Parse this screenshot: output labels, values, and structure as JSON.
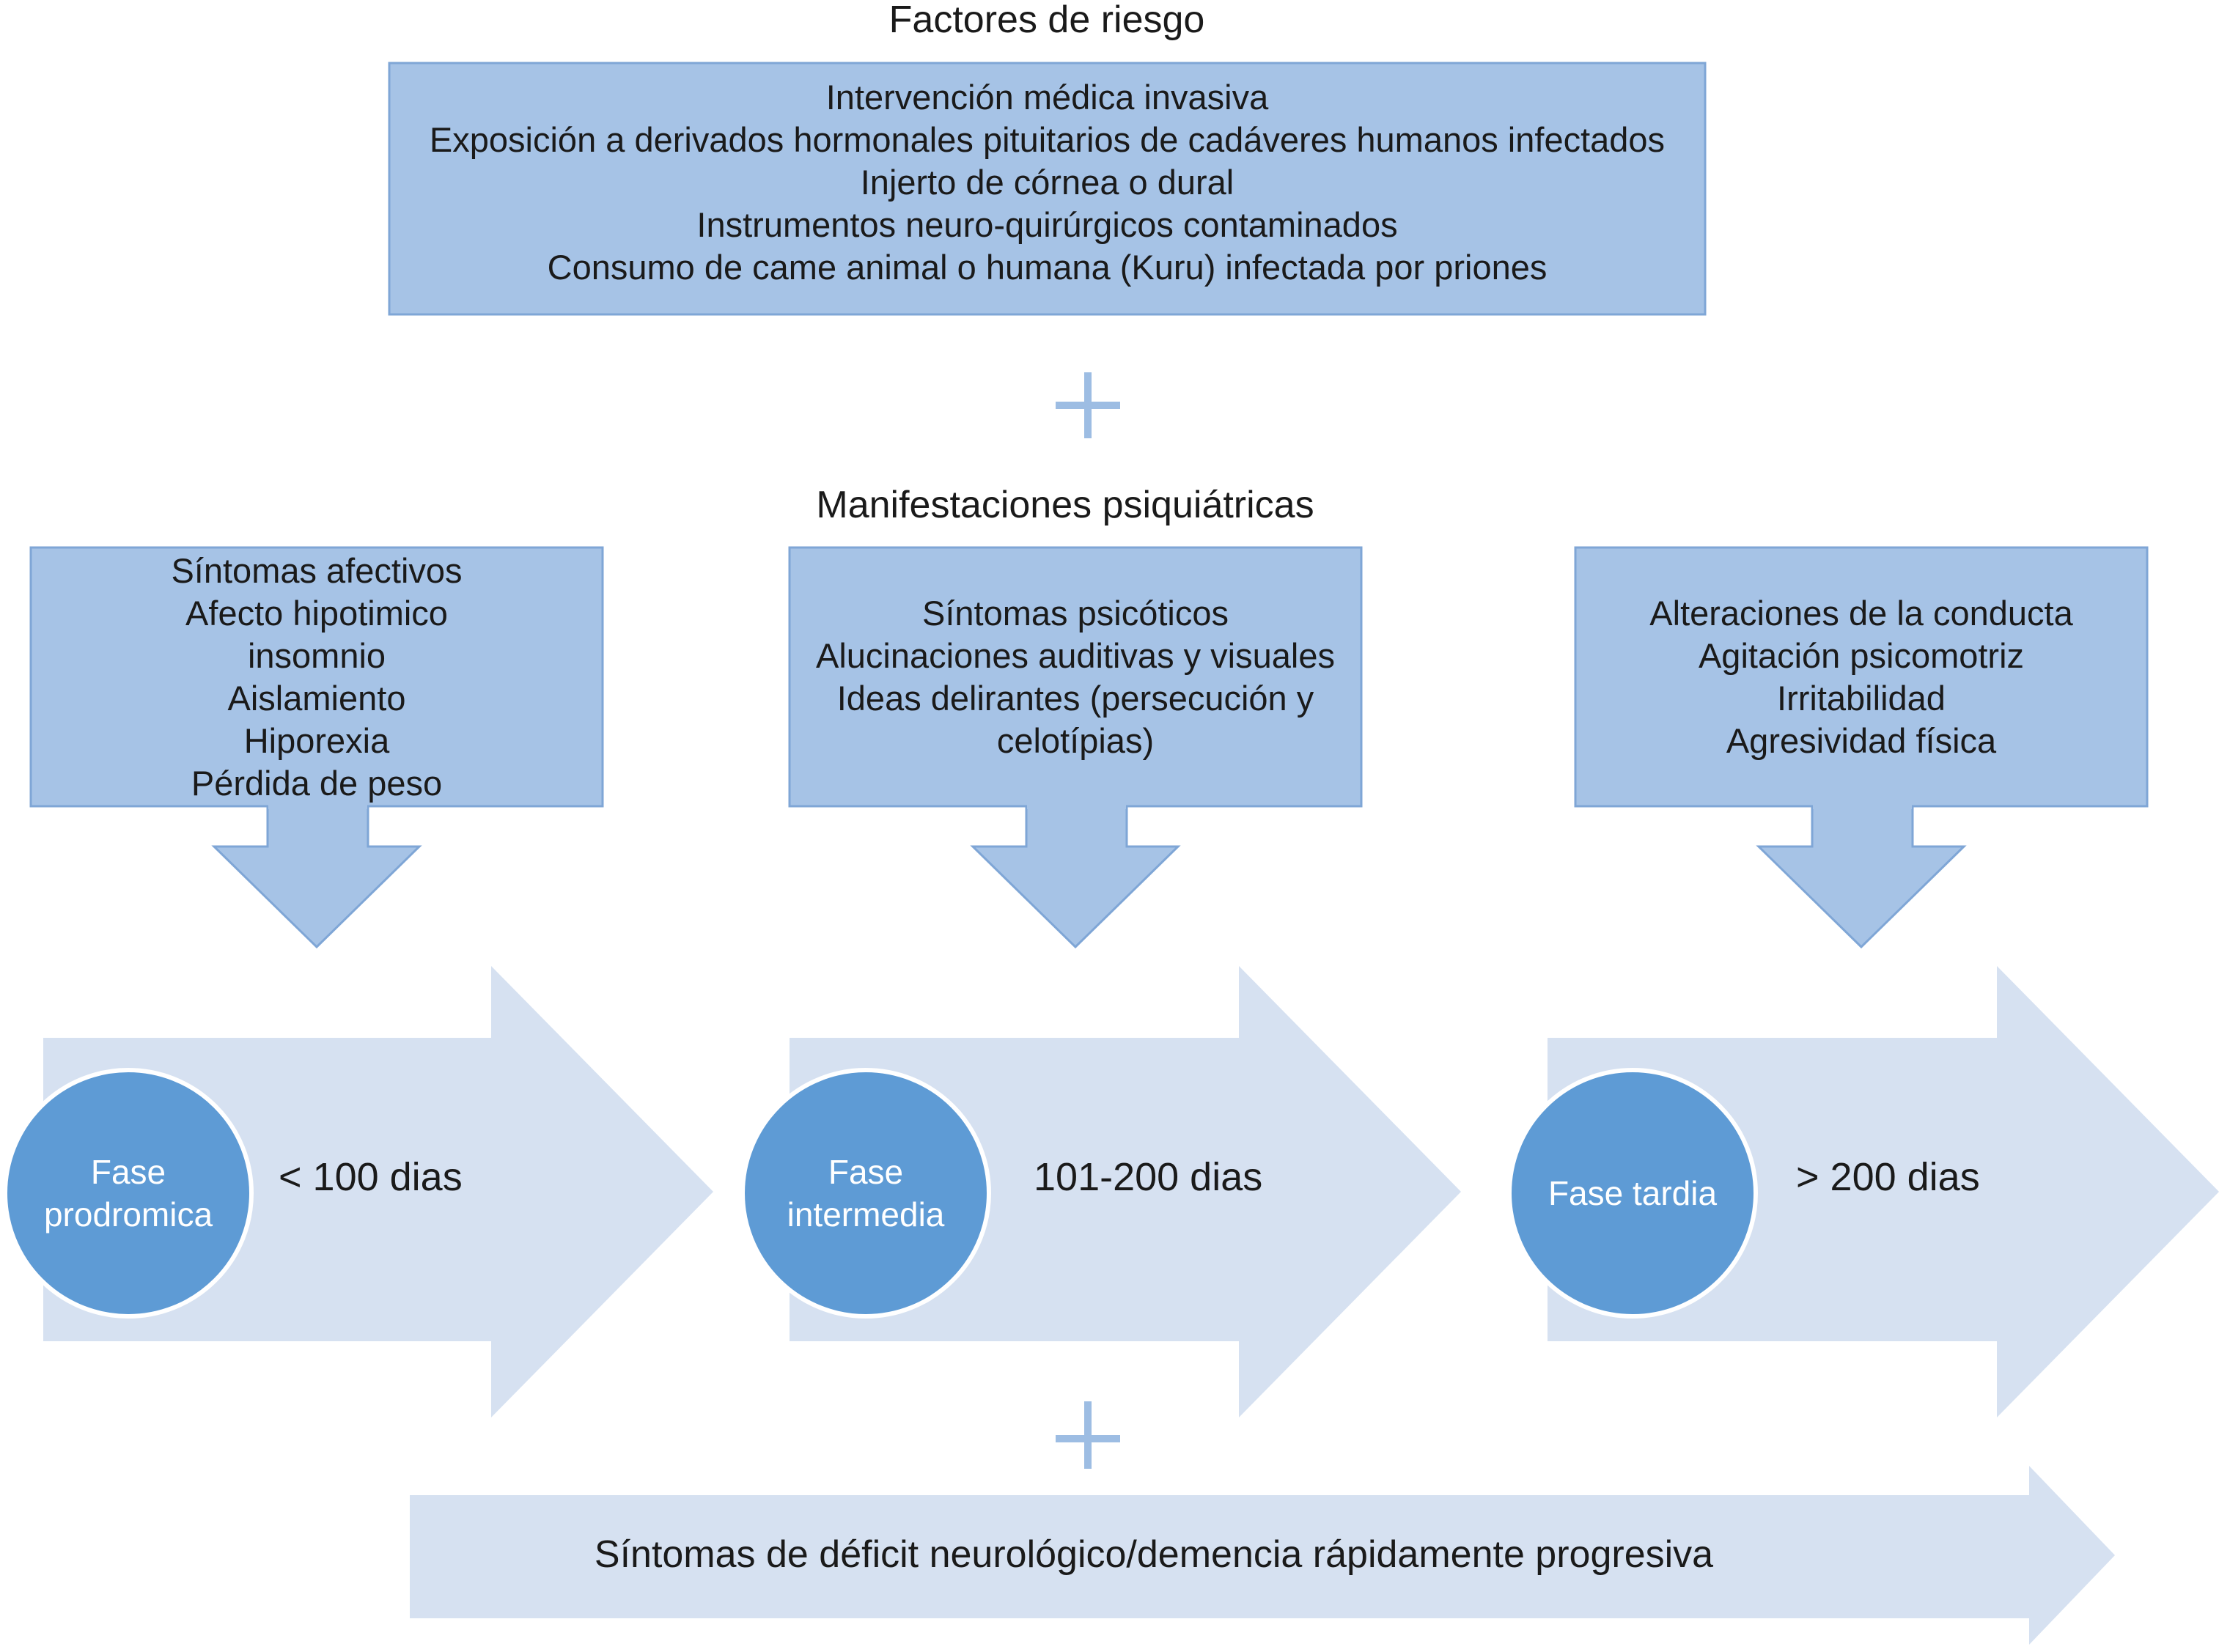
{
  "risk": {
    "title": "Factores de riesgo",
    "items": [
      "Intervención médica invasiva",
      "Exposición a derivados hormonales pituitarios de cadáveres humanos infectados",
      "Injerto de córnea o dural",
      "Instrumentos neuro-quirúrgicos contaminados",
      "Consumo de came animal o humana (Kuru) infectada por priones"
    ]
  },
  "manifestations": {
    "title": "Manifestaciones psiquiátricas",
    "groups": [
      {
        "lines": [
          "Síntomas afectivos",
          "Afecto hipotimico",
          "insomnio",
          "Aislamiento",
          "Hiporexia",
          "Pérdida de peso"
        ]
      },
      {
        "lines": [
          "Síntomas psicóticos",
          "Alucinaciones auditivas y visuales",
          "Ideas delirantes (persecución y",
          "celotípias)"
        ]
      },
      {
        "lines": [
          "Alteraciones de la conducta",
          "Agitación psicomotriz",
          "Irritabilidad",
          "Agresividad física"
        ]
      }
    ]
  },
  "phases": [
    {
      "name_lines": [
        "Fase",
        "prodromica"
      ],
      "duration": "< 100 dias"
    },
    {
      "name_lines": [
        "Fase",
        "intermedia"
      ],
      "duration": "101-200 dias"
    },
    {
      "name_lines": [
        "Fase tardia"
      ],
      "duration": "> 200 dias"
    }
  ],
  "bottom": {
    "label": "Síntomas de déficit neurológico/demencia rápidamente progresiva"
  },
  "colors": {
    "box_fill": "#a6c3e6",
    "box_stroke": "#7fa6d6",
    "plus": "#9dbde3",
    "big_arrow": "#d6e1f1",
    "circle": "#5e9bd5",
    "circle_stroke": "#ffffff"
  }
}
